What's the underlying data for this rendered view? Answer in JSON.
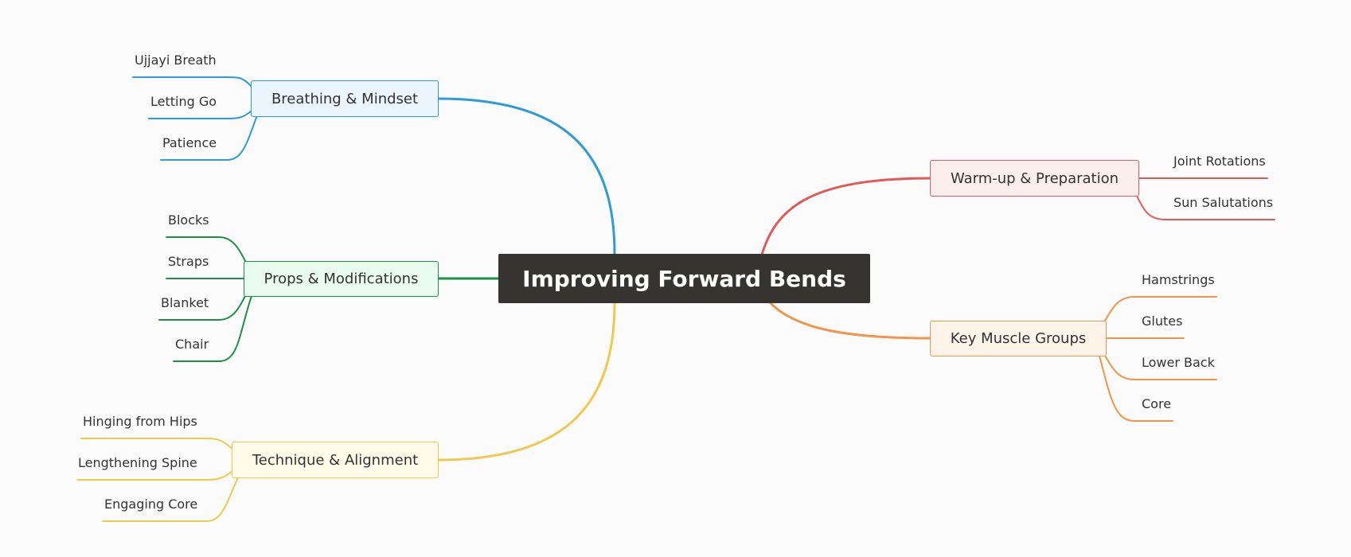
{
  "title": "Improving Forward Bends",
  "colors": {
    "background": "#fbfbfb",
    "center": "#363430",
    "breathing": "#2e9bd6",
    "props": "#1a9146",
    "technique": "#f0c84a",
    "warmup": "#e05a5a",
    "muscles": "#f0964a"
  },
  "branches": {
    "breathing": {
      "label": "Breathing & Mindset",
      "leaves": [
        "Ujjayi Breath",
        "Letting Go",
        "Patience"
      ]
    },
    "props": {
      "label": "Props & Modifications",
      "leaves": [
        "Blocks",
        "Straps",
        "Blanket",
        "Chair"
      ]
    },
    "technique": {
      "label": "Technique & Alignment",
      "leaves": [
        "Hinging from Hips",
        "Lengthening Spine",
        "Engaging Core"
      ]
    },
    "warmup": {
      "label": "Warm-up & Preparation",
      "leaves": [
        "Joint Rotations",
        "Sun Salutations"
      ]
    },
    "muscles": {
      "label": "Key Muscle Groups",
      "leaves": [
        "Hamstrings",
        "Glutes",
        "Lower Back",
        "Core"
      ]
    }
  }
}
